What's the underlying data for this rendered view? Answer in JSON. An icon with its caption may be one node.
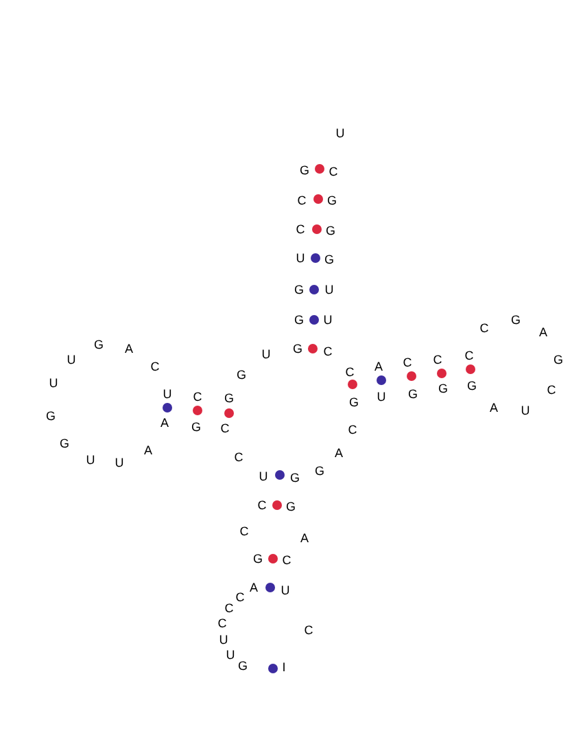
{
  "diagram": {
    "labels": [
      "U",
      "G",
      "C",
      "C",
      "G",
      "C",
      "G",
      "U",
      "G",
      "G",
      "U",
      "G",
      "U",
      "C",
      "G",
      "A",
      "G",
      "A",
      "U",
      "G",
      "C",
      "U",
      "C",
      "A",
      "C",
      "C",
      "C",
      "G",
      "G",
      "C",
      "U",
      "C",
      "U",
      "C",
      "G",
      "U",
      "G",
      "G",
      "G",
      "G",
      "A",
      "U",
      "G",
      "A",
      "G",
      "C",
      "C",
      "G",
      "U",
      "U",
      "A",
      "C",
      "A",
      "G",
      "U",
      "G",
      "C",
      "G",
      "C",
      "A",
      "G",
      "C",
      "A",
      "U",
      "C",
      "C",
      "C",
      "C",
      "U",
      "U",
      "G",
      "I"
    ]
  }
}
